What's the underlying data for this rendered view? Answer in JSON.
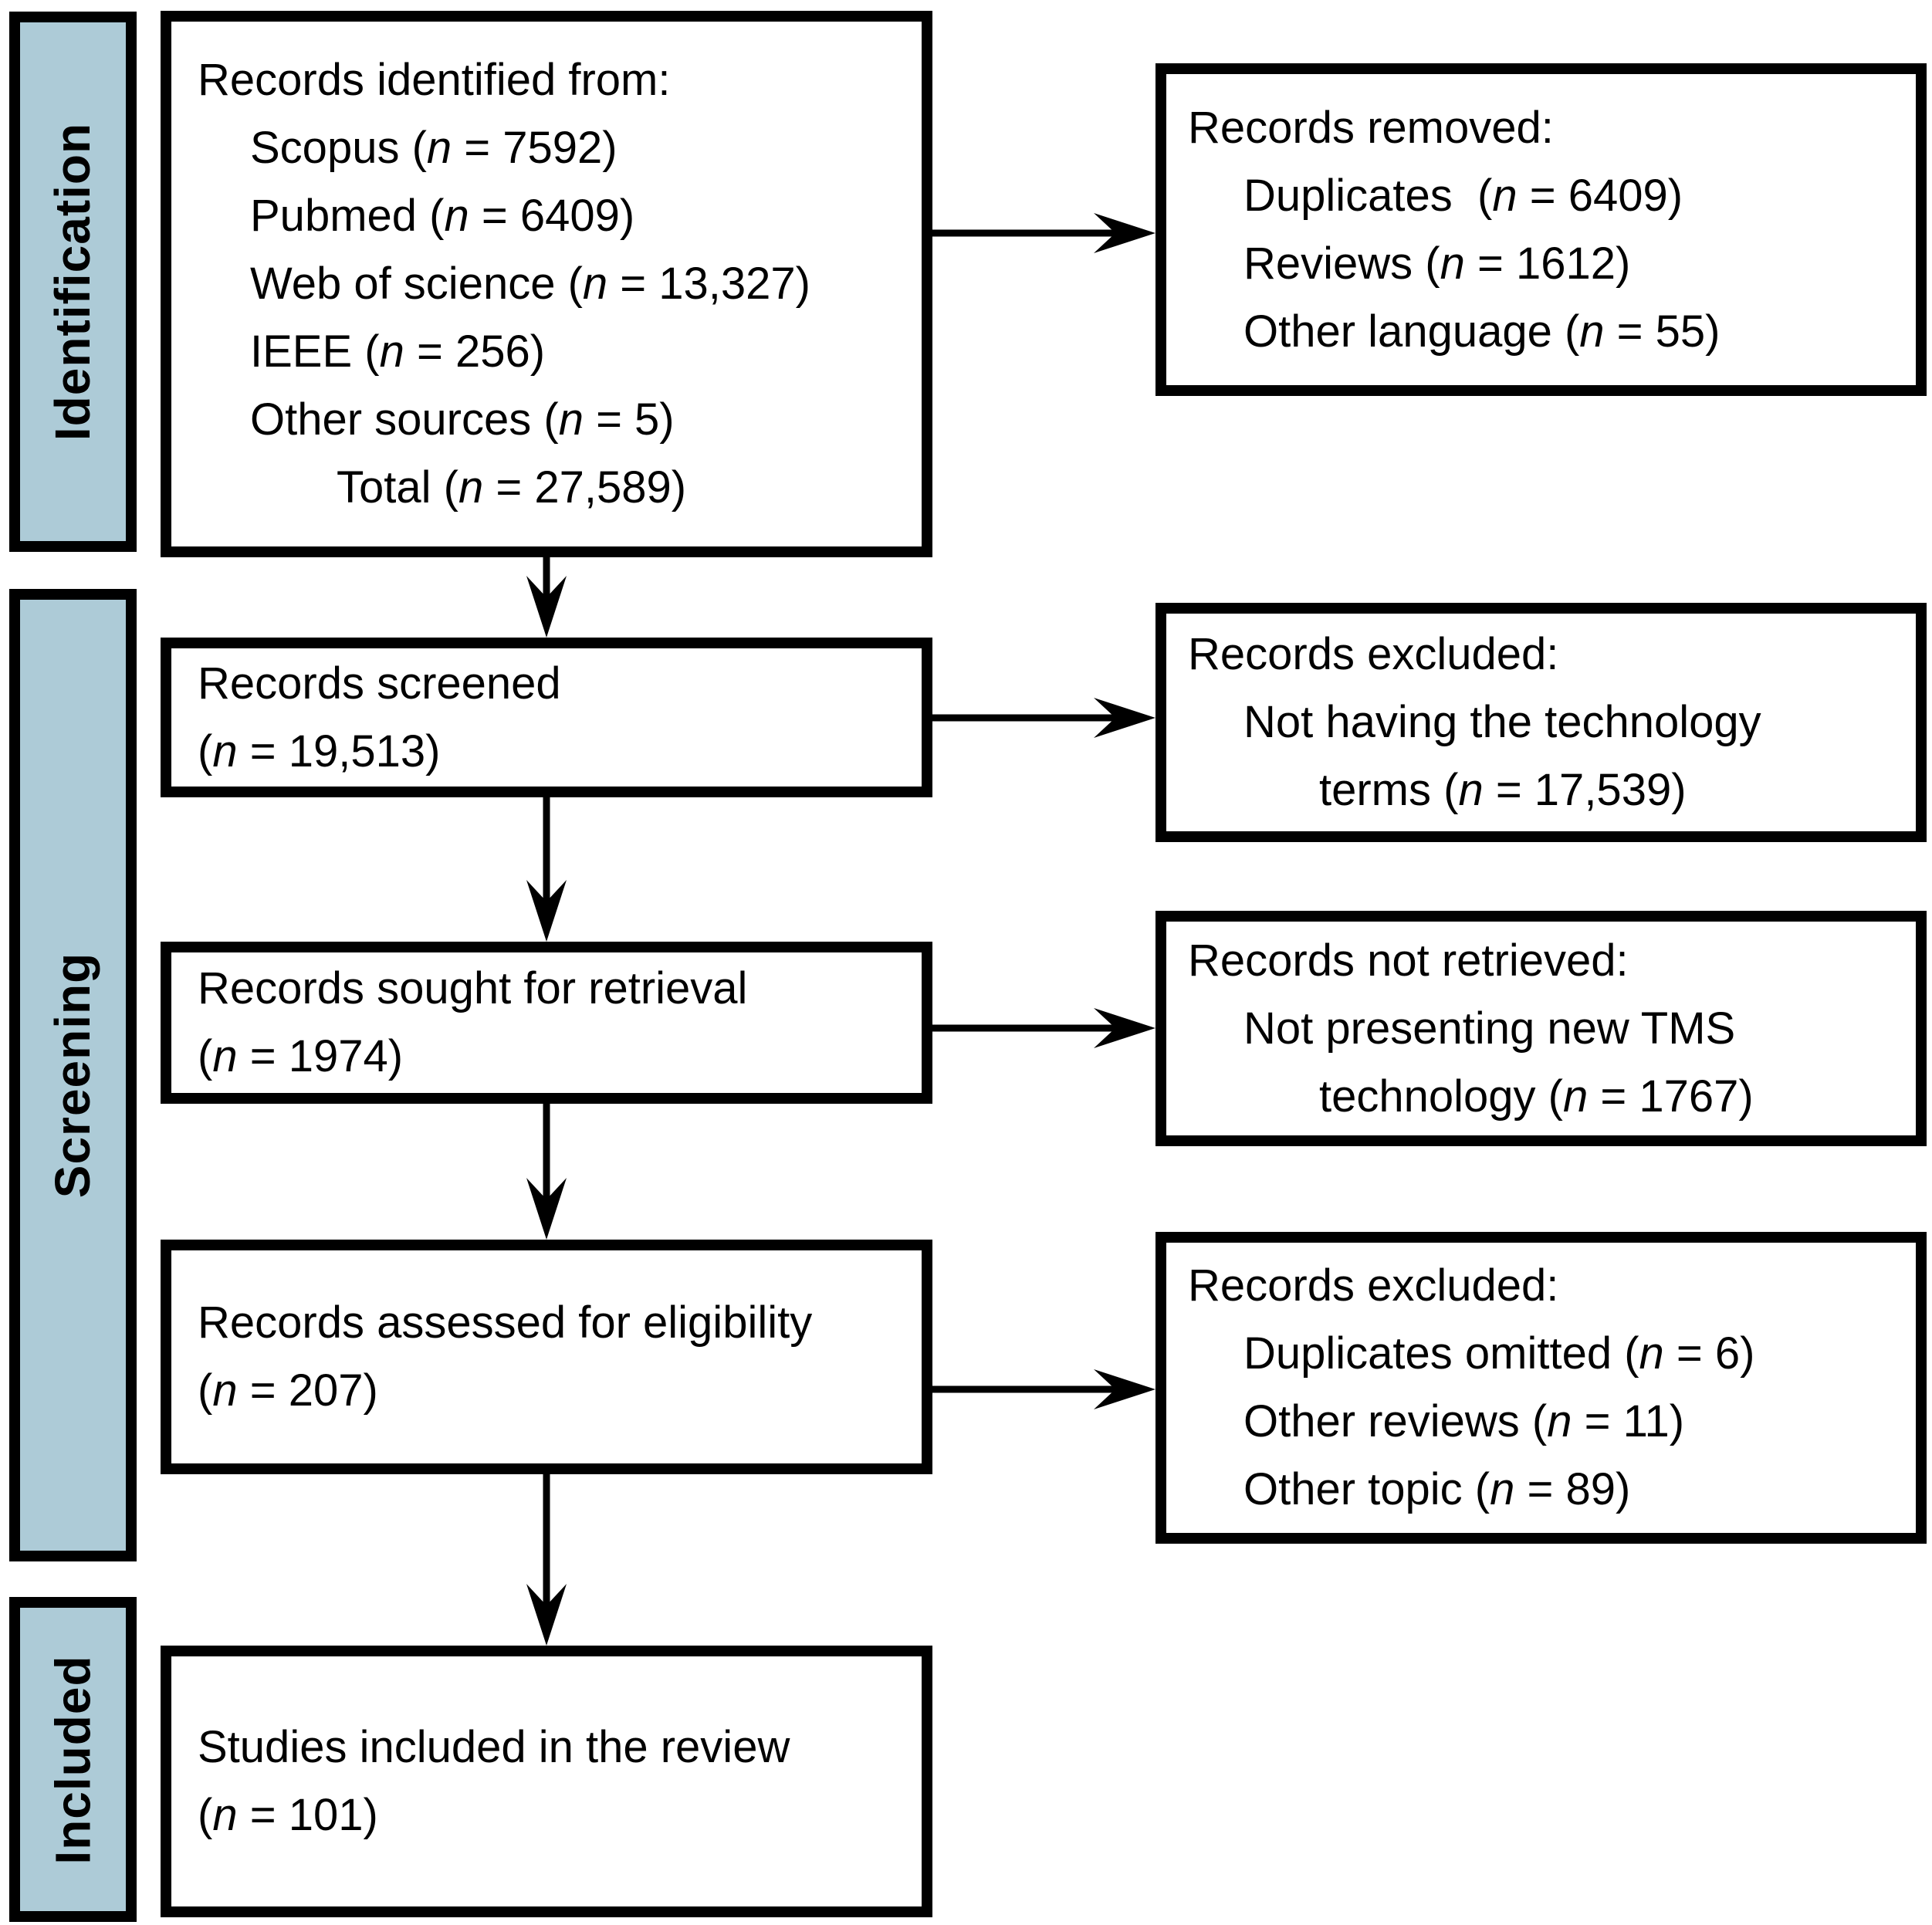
{
  "colors": {
    "stage_fill": "#adcbd7",
    "line_color": "#000000",
    "box_background": "#ffffff"
  },
  "stages": {
    "identification": "Identification",
    "screening": "Screening",
    "included": "Included"
  },
  "boxes": {
    "identified": {
      "lines": [
        "Records identified from:",
        "Scopus (n = 7592)",
        "Pubmed (n = 6409)",
        "Web of science (n = 13,327)",
        "IEEE (n = 256)",
        "Other sources (n = 5)",
        "Total (n = 27,589)"
      ]
    },
    "screened": {
      "lines": [
        "Records screened",
        "(n = 19,513)"
      ]
    },
    "retrieval": {
      "lines": [
        "Records sought for retrieval",
        "(n = 1974)"
      ]
    },
    "eligibility": {
      "lines": [
        "Records assessed for eligibility",
        "(n = 207)"
      ]
    },
    "included": {
      "lines": [
        "Studies included in the review",
        "(n = 101)"
      ]
    }
  },
  "side_boxes": {
    "removed": {
      "lines": [
        "Records removed:",
        "Duplicates  (n = 6409)",
        "Reviews (n = 1612)",
        "Other language (n = 55)"
      ]
    },
    "excluded_screening": {
      "lines": [
        "Records excluded:",
        "Not having the technology",
        "terms (n = 17,539)"
      ]
    },
    "not_retrieved": {
      "lines": [
        "Records not retrieved:",
        "Not presenting new TMS",
        "technology (n = 1767)"
      ]
    },
    "excluded_eligibility": {
      "lines": [
        "Records excluded:",
        "Duplicates omitted (n = 6)",
        "Other reviews (n = 11)",
        "Other topic (n = 89)"
      ]
    }
  }
}
